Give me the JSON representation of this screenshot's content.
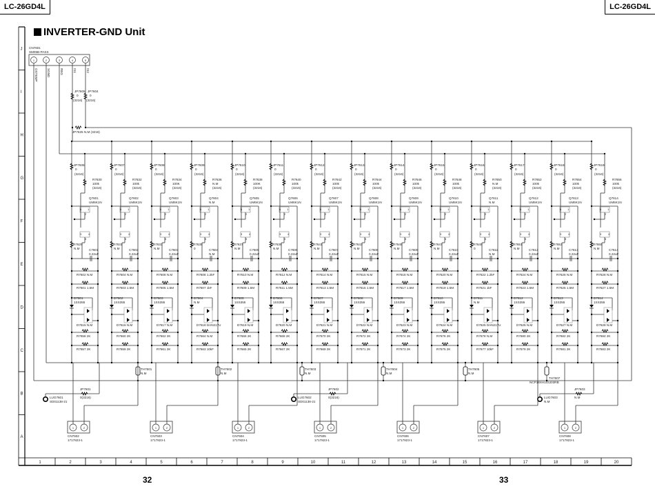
{
  "header": {
    "model_left": "LC-26GD4L",
    "model_right": "LC-26GD4L"
  },
  "title": "INVERTER-GND Unit",
  "pages": {
    "left": "32",
    "right": "33"
  },
  "grid": {
    "rows": [
      "J",
      "I",
      "H",
      "G",
      "F",
      "E",
      "D",
      "C",
      "B",
      "A"
    ],
    "columns": [
      "1",
      "2",
      "3",
      "4",
      "5",
      "6",
      "7",
      "8",
      "9",
      "10",
      "11",
      "12",
      "13",
      "14",
      "15",
      "16",
      "17",
      "18",
      "19",
      "20"
    ]
  },
  "input_connector": {
    "ref": "CN7601",
    "part": "SM05B-PASS",
    "pins": [
      "1",
      "2",
      "3",
      "4",
      "5"
    ],
    "signals": [
      "OSTEMP",
      "SGND",
      "REG",
      "IS1",
      "IS2"
    ]
  },
  "top_jumpers": [
    {
      "ref": "JP7605",
      "val": "0",
      "size": "(3216)"
    },
    {
      "ref": "JP7604",
      "val": "0",
      "size": "(3216)"
    }
  ],
  "bridge_jumper": "JP7625  N.M  (3216)",
  "size_code": "(3216)",
  "columns": [
    {
      "jp": "JP7606",
      "jv": "0",
      "rt": "R7630",
      "rtv": "100k",
      "q": "Q7601",
      "qp": "UM6K1N",
      "rl": "R7629",
      "rlv": "N.M",
      "c": "C7601",
      "cv": "0.22uF",
      "r1": "R7602  N.M",
      "r2": "R7601  1.5M",
      "d": "D7601",
      "dp": "1SS355",
      "d2": "D7615  N.M",
      "r3": "R7658  2K",
      "r4": "R7657  2K"
    },
    {
      "jp": "JP7607",
      "jv": "0",
      "rt": "R7632",
      "rtv": "100k",
      "q": "Q7602",
      "qp": "UM6K1N",
      "rl": "R7631",
      "rlv": "N.M",
      "c": "C7602",
      "cv": "0.22uF",
      "r1": "R7604  N.M",
      "r2": "R7603  1.5M",
      "d": "D7602",
      "dp": "1SS355",
      "d2": "D7616  N.M",
      "r3": "R7660  2K",
      "r4": "R7659  2K"
    },
    {
      "jp": "JP7608",
      "jv": "0",
      "rt": "R7634",
      "rtv": "100K",
      "q": "Q7603",
      "qp": "UM6K1N",
      "rl": "R7633",
      "rlv": "N.M",
      "c": "C7603",
      "cv": "0.22uF",
      "r1": "R7606  N.M",
      "r2": "R7605  1.5M",
      "d": "D7603",
      "dp": "1SS355",
      "d2": "D7617  N.M",
      "r3": "R7662  2K",
      "r4": "R7661  2K"
    },
    {
      "jp": "JP7609",
      "jv": "0",
      "rt": "R7636",
      "rtv": "N.M",
      "q": "Q7604",
      "qp": "N.M",
      "rl": "R7635",
      "rlv": "0",
      "c": "C7604",
      "cv": "N.M",
      "r1": "R7608  1.2kF",
      "r2": "R7607  1kF",
      "d": "D7604",
      "dp": "N.M",
      "d2": "D7618  DAN217U",
      "r3": "R7664  N.M",
      "r4": "R7663  10kF"
    },
    {
      "jp": "JP7610",
      "jv": "0",
      "rt": "R7638",
      "rtv": "100K",
      "q": "Q7605",
      "qp": "UM6K1N",
      "rl": "R7637",
      "rlv": "N.M",
      "c": "C7605",
      "cv": "0.22uF",
      "r1": "R7610  N.M",
      "r2": "R7609  1.5M",
      "d": "D7605",
      "dp": "1SS355",
      "d2": "D7619  N.M",
      "r3": "R7666  2K",
      "r4": "R7665  2K"
    },
    {
      "jp": "JP7611",
      "jv": "0",
      "rt": "R7640",
      "rtv": "100k",
      "q": "Q7606",
      "qp": "UM6K1N",
      "rl": "R7639",
      "rlv": "N.M",
      "c": "C7606",
      "cv": "0.22uF",
      "r1": "R7612  N.M",
      "r2": "R7611  1.5M",
      "d": "D7606",
      "dp": "1SS355",
      "d2": "D7620  N.M",
      "r3": "R7668  2K",
      "r4": "R7667  2K"
    },
    {
      "jp": "JP7612",
      "jv": "0",
      "rt": "R7642",
      "rtv": "100k",
      "q": "Q7607",
      "qp": "UM6K1N",
      "rl": "R7641",
      "rlv": "N.M",
      "c": "C7607",
      "cv": "0.22uF",
      "r1": "R7614  N.M",
      "r2": "R7613  1.5M",
      "d": "D7607",
      "dp": "1SS355",
      "d2": "D7621  N.M",
      "r3": "R7670  2K",
      "r4": "R7669  2K"
    },
    {
      "jp": "JP7613",
      "jv": "0",
      "rt": "R7644",
      "rtv": "100k",
      "q": "Q7608",
      "qp": "UM6K1N",
      "rl": "R7643",
      "rlv": "N.M",
      "c": "C7608",
      "cv": "0.22uF",
      "r1": "R7616  N.M",
      "r2": "R7615  1.5M",
      "d": "D7608",
      "dp": "1SS355",
      "d2": "D7622  N.M",
      "r3": "R7672  2K",
      "r4": "R7671  2K"
    },
    {
      "jp": "JP7614",
      "jv": "0",
      "rt": "R7646",
      "rtv": "100k",
      "q": "Q7609",
      "qp": "UM6K1N",
      "rl": "R7645",
      "rlv": "N.M",
      "c": "C7609",
      "cv": "0.22uF",
      "r1": "R7618  N.M",
      "r2": "R7617  1.5M",
      "d": "D7609",
      "dp": "1SS355",
      "d2": "D7623  N.M",
      "r3": "R7674  2K",
      "r4": "R7673  2K"
    },
    {
      "jp": "JP7615",
      "jv": "0",
      "rt": "R7648",
      "rtv": "100k",
      "q": "Q7610",
      "qp": "UM6K1N",
      "rl": "R7647",
      "rlv": "N.M",
      "c": "C7610",
      "cv": "0.22uF",
      "r1": "R7620  N.M",
      "r2": "R7619  1.5M",
      "d": "D7610",
      "dp": "1SS355",
      "d2": "D7624  N.M",
      "r3": "R7676  2K",
      "r4": "R7675  2K"
    },
    {
      "jp": "JP7616",
      "jv": "0",
      "rt": "R7650",
      "rtv": "N.M",
      "q": "Q7611",
      "qp": "N.M",
      "rl": "R7649",
      "rlv": "0",
      "c": "C7611",
      "cv": "N.M",
      "r1": "R7622  1.2kF",
      "r2": "R7621  1kF",
      "d": "D7611",
      "dp": "N.M",
      "d2": "D7625  DAN217U",
      "r3": "R7678  N.M",
      "r4": "R7677  10kF"
    },
    {
      "jp": "JP7617",
      "jv": "0",
      "rt": "R7652",
      "rtv": "100k",
      "q": "Q7612",
      "qp": "UM6K1N",
      "rl": "R7651",
      "rlv": "N.M",
      "c": "C7612",
      "cv": "0.22uF",
      "r1": "R7624  N.M",
      "r2": "R7623  1.5M",
      "d": "D7612",
      "dp": "1SS355",
      "d2": "D7626  N.M",
      "r3": "R7680  2K",
      "r4": "R7679  2K"
    },
    {
      "jp": "JP7618",
      "jv": "0",
      "rt": "R7654",
      "rtv": "100k",
      "q": "Q7613",
      "qp": "UM6K1N",
      "rl": "R7653",
      "rlv": "N.M",
      "c": "C7613",
      "cv": "0.22uF",
      "r1": "R7626  N.M",
      "r2": "R7625  1.5M",
      "d": "D7613",
      "dp": "1SS355",
      "d2": "D7627  N.M",
      "r3": "R7682  2K",
      "r4": "R7681  2K"
    },
    {
      "jp": "JP7619",
      "jv": "0",
      "rt": "R7656",
      "rtv": "100k",
      "q": "Q7614",
      "qp": "UM6K1N",
      "rl": "R7655",
      "rlv": "N.M",
      "c": "C7614",
      "cv": "0.22uF",
      "r1": "R7628  N.M",
      "r2": "R7627  1.5M",
      "d": "D7614",
      "dp": "1SS355",
      "d2": "D7628  N.M",
      "r3": "R7684  2K",
      "r4": "R7683  2K"
    }
  ],
  "pin_numbers": {
    "q_top": [
      "6",
      "1",
      "2"
    ],
    "q_bottom": [
      "3",
      "4",
      "5"
    ]
  },
  "thermistors": [
    {
      "ref": "TH7601",
      "val": "N.M"
    },
    {
      "ref": "TH7602",
      "val": "N.M"
    },
    {
      "ref": "TH7603",
      "val": "N.M"
    },
    {
      "ref": "TH7604",
      "val": "N.M"
    },
    {
      "ref": "TH7605",
      "val": "N.M"
    },
    {
      "ref": "TH7607",
      "val": "NCP18XH103J03RB"
    }
  ],
  "lugs": [
    {
      "ref": "LUG7601",
      "val": "SD01138-21",
      "jp": "JP7601",
      "jpv": "0(3216)"
    },
    {
      "ref": "LUG7602",
      "val": "SD01138-21",
      "jp": "JP7602",
      "jpv": "0(3216)"
    },
    {
      "ref": "LUG7603",
      "val": "N.M",
      "jp": "JP7603",
      "jpv": "N.M"
    }
  ],
  "output_connectors": [
    {
      "ref": "CN7602",
      "part": "1717823-1"
    },
    {
      "ref": "CN7603",
      "part": "1717823-1"
    },
    {
      "ref": "CN7604",
      "part": "1717823-1"
    },
    {
      "ref": "CN7605",
      "part": "1717823-1"
    },
    {
      "ref": "CN7606",
      "part": "1717823-1"
    },
    {
      "ref": "CN7607",
      "part": "1717823-1"
    },
    {
      "ref": "CN7608",
      "part": "1717823-1"
    }
  ],
  "connector_pins": [
    "1",
    "2"
  ]
}
